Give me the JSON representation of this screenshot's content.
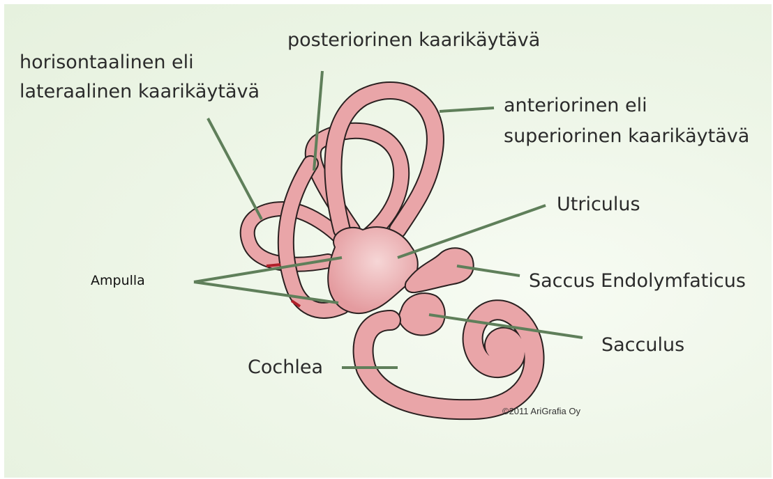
{
  "labels": {
    "horizontal_line1": "horisontaalinen eli",
    "horizontal_line2": "lateraalinen kaarikäytävä",
    "posterior": "posteriorinen kaarikäytävä",
    "anterior_line1": "anteriorinen eli",
    "anterior_line2": "superiorinen kaarikäytävä",
    "utriculus": "Utriculus",
    "ampulla": "Ampulla",
    "saccus_endolymfaticus": "Saccus Endolymfaticus",
    "sacculus": "Sacculus",
    "cochlea": "Cochlea"
  },
  "copyright": "©2011 AriGrafia Oy",
  "colors": {
    "organ_fill": "#e9a5a8",
    "organ_stroke": "#2a2020",
    "leader_line": "#5f7f5a",
    "ampulla_mark": "#b0202a"
  }
}
